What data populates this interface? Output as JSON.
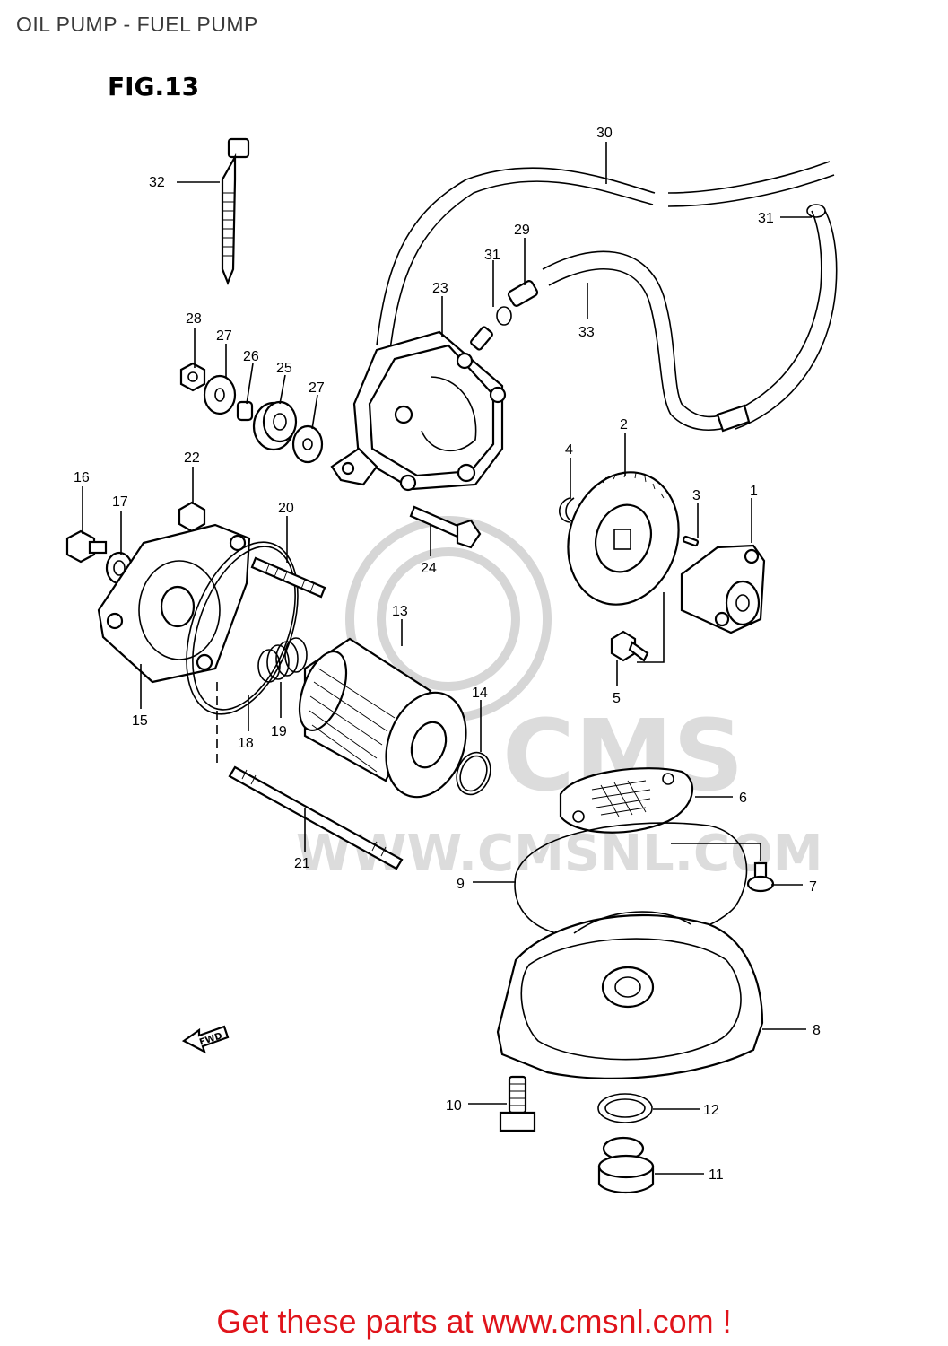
{
  "header": {
    "title": "OIL PUMP - FUEL PUMP",
    "figure": "FIG.13"
  },
  "watermark": {
    "text": "WWW.CMSNL.COM",
    "logo_text": "CMS"
  },
  "fwd_arrow_label": "FWD",
  "callouts": [
    "1",
    "2",
    "3",
    "4",
    "5",
    "6",
    "7",
    "8",
    "9",
    "10",
    "11",
    "12",
    "13",
    "14",
    "15",
    "16",
    "17",
    "18",
    "19",
    "20",
    "21",
    "22",
    "23",
    "24",
    "25",
    "26",
    "27",
    "27",
    "28",
    "29",
    "30",
    "31",
    "31",
    "32",
    "33"
  ],
  "footer": {
    "cta": "Get these parts at www.cmsnl.com !"
  },
  "colors": {
    "cta": "#e0141b",
    "title": "#3a3a3a",
    "watermark": "#d6d6d6"
  }
}
